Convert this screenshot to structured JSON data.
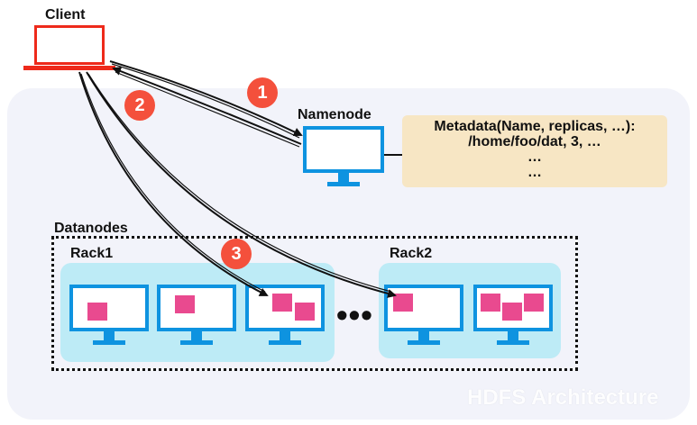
{
  "client": {
    "label": "Client"
  },
  "namenode": {
    "label": "Namenode"
  },
  "metadata": {
    "lines": [
      "Metadata(Name, replicas, …):",
      "/home/foo/dat, 3, …",
      "…",
      "…"
    ]
  },
  "datanodes": {
    "label": "Datanodes"
  },
  "racks": [
    {
      "label": "Rack1"
    },
    {
      "label": "Rack2"
    }
  ],
  "ellipsis": "•••",
  "steps": [
    "1",
    "2",
    "3"
  ],
  "watermark": "HDFS Architecture",
  "colors": {
    "client": "#ee2a1b",
    "monitor": "#0e93e0",
    "rack": "#bdebf6",
    "metadata": "#f7e6c4",
    "block": "#e94a8f",
    "step": "#f4503c"
  }
}
